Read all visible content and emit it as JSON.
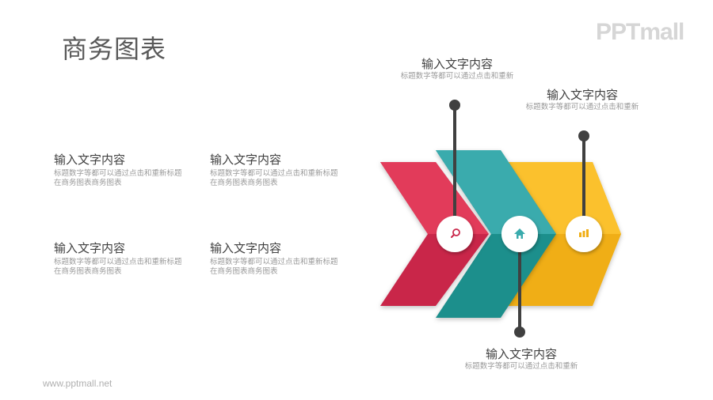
{
  "header": {
    "title": "商务图表",
    "logo": "PPTmall"
  },
  "footer": {
    "url": "www.pptmall.net"
  },
  "left_blocks": [
    {
      "heading": "输入文字内容",
      "line1": "标题数字等都可以通过点击和重新标题",
      "line2": "在商务图表商务图表"
    },
    {
      "heading": "输入文字内容",
      "line1": "标题数字等都可以通过点击和重新标题",
      "line2": "在商务图表商务图表"
    },
    {
      "heading": "输入文字内容",
      "line1": "标题数字等都可以通过点击和重新标题",
      "line2": "在商务图表商务图表"
    },
    {
      "heading": "输入文字内容",
      "line1": "标题数字等都可以通过点击和重新标题",
      "line2": "在商务图表商务图表"
    }
  ],
  "callouts": [
    {
      "heading": "输入文字内容",
      "desc": "标题数字等都可以通过点击和重新"
    },
    {
      "heading": "输入文字内容",
      "desc": "标题数字等都可以通过点击和重新"
    },
    {
      "heading": "输入文字内容",
      "desc": "标题数字等都可以通过点击和重新"
    }
  ],
  "arrows": [
    {
      "name": "red",
      "color": "#e23b5a",
      "dark": "#c9274a",
      "icon": "search-icon"
    },
    {
      "name": "teal",
      "color": "#3aabad",
      "dark": "#1f8f8c",
      "icon": "home-icon"
    },
    {
      "name": "yellow",
      "color": "#fbc12d",
      "dark": "#f0ae16",
      "icon": "bar-chart-icon"
    }
  ],
  "colors": {
    "pin": "#404040",
    "title": "#595959",
    "body_text": "#9a9a9a"
  }
}
